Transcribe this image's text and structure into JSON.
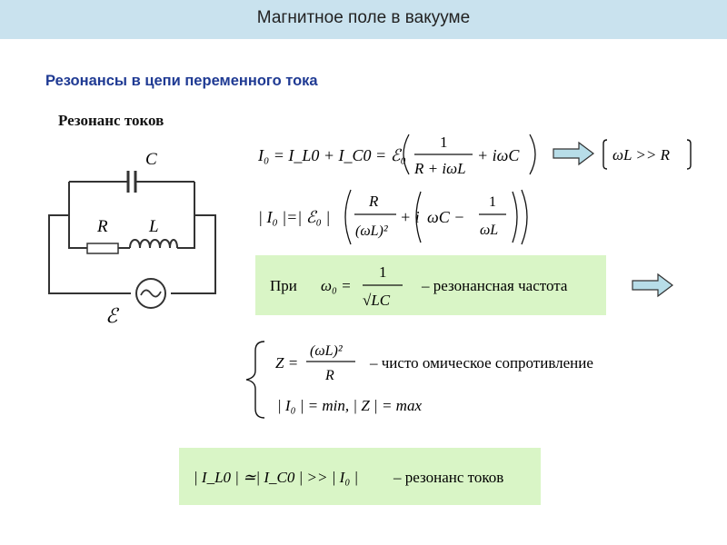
{
  "header": {
    "title": "Магнитное поле в вакууме"
  },
  "subtitle": "Резонансы в цепи переменного тока",
  "section": "Резонанс токов",
  "circuit": {
    "c_label": "C",
    "r_label": "R",
    "l_label": "L",
    "emf_label": "ℰ"
  },
  "eq1": {
    "lhs": "I₀ = I_L0 + I_C0 = ℰ₀",
    "num": "1",
    "den": "R + iωL",
    "tail": "+ iωC",
    "condition": "ωL >> R"
  },
  "eq2": {
    "lhs": "| I₀ |=| ℰ₀ |",
    "num": "R",
    "den": "(ωL)²",
    "mid": "+ i",
    "paren": "ωC −",
    "inner_num": "1",
    "inner_den": "ωL"
  },
  "resonance": {
    "pri": "При",
    "omega": "ω₀ =",
    "num": "1",
    "den": "√LC",
    "desc": "– резонансная частота"
  },
  "system": {
    "z_lhs": "Z =",
    "z_num": "(ωL)²",
    "z_den": "R",
    "z_desc": "– чисто омическое сопротивление",
    "line2": "| I₀ | = min,   | Z | = max"
  },
  "result": {
    "expr": "| I_L0 | ≃| I_C0 | >> | I₀ |",
    "desc": "– резонанс токов"
  }
}
